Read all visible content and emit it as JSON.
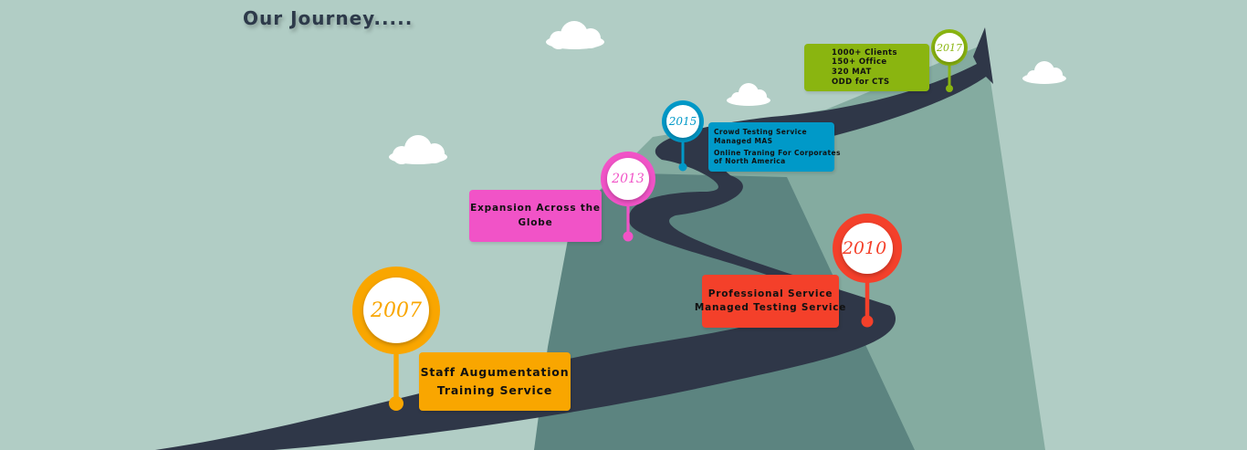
{
  "title": "Our Journey.....",
  "colors": {
    "background": "#b1cdc5",
    "road": "#2f3748",
    "mountain_dark": "#5c8480",
    "mountain_light": "#84aba0",
    "cloud": "#ffffff",
    "milestone_2007": "#f9a600",
    "milestone_2010": "#f4402a",
    "milestone_2013": "#f153c7",
    "milestone_2015": "#0099c8",
    "milestone_2017": "#8ab510"
  },
  "milestones": [
    {
      "year": "2007",
      "lines": [
        "Staff Augumentation",
        "Training Service"
      ],
      "color": "#f9a600"
    },
    {
      "year": "2010",
      "lines": [
        "Professional Service",
        "Managed Testing Service"
      ],
      "color": "#f4402a"
    },
    {
      "year": "2013",
      "lines": [
        "Expansion Across the",
        "Globe"
      ],
      "color": "#f153c7"
    },
    {
      "year": "2015",
      "lines": [
        "Crowd Testing Service",
        "Managed MAS",
        "Online Traning For Corporates",
        "of North America"
      ],
      "color": "#0099c8"
    },
    {
      "year": "2017",
      "lines": [
        "1000+ Clients",
        "150+ Office",
        "320 MAT",
        "ODD for CTS"
      ],
      "color": "#8ab510"
    }
  ]
}
